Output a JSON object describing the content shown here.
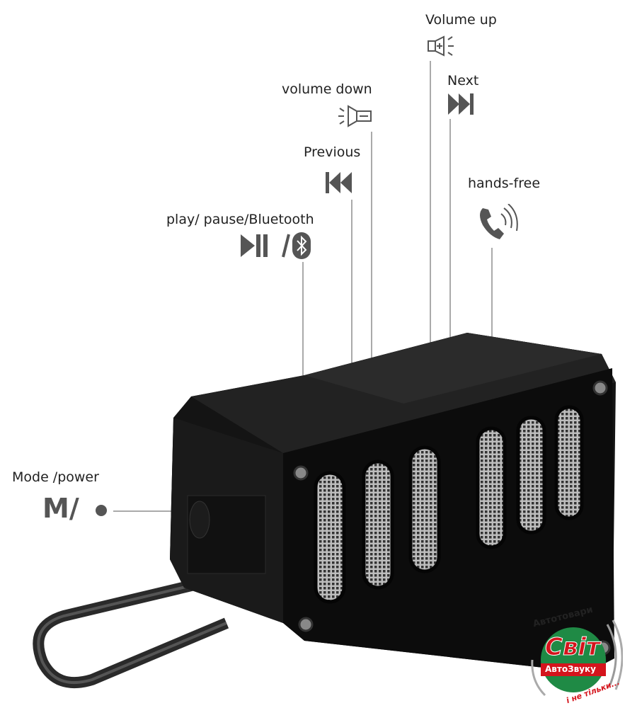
{
  "labels": {
    "volume_up": "Volume up",
    "next": "Next",
    "volume_down": "volume down",
    "previous": "Previous",
    "hands_free": "hands-free",
    "play_pause": "play/ pause/Bluetooth",
    "mode_power": "Mode /power",
    "mode_symbol": "M/"
  },
  "icons": [
    "volume-up-icon",
    "next-icon",
    "volume-down-icon",
    "previous-icon",
    "phone-icon",
    "play-pause-icon",
    "bluetooth-icon",
    "power-dot-icon"
  ],
  "logo": {
    "arc_top": "Автотовари",
    "main": "Світ",
    "sub": "АвтоЗвуку",
    "arc_bottom": "і не тільки..."
  },
  "colors": {
    "label_text": "#222222",
    "icon": "#555555",
    "speaker": "#141414",
    "logo_green": "#1f8a45",
    "logo_red": "#d4141c"
  }
}
